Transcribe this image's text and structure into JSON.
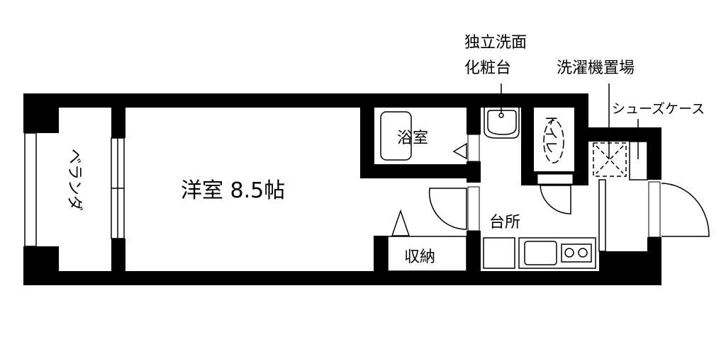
{
  "floorplan": {
    "rooms": {
      "balcony": "ベランダ",
      "western_room": "洋室 8.5帖",
      "bathroom": "浴室",
      "storage": "収納",
      "kitchen": "台所",
      "toilet": "トイレ"
    },
    "callouts": {
      "washbasin_line1": "独立洗面",
      "washbasin_line2": "化粧台",
      "washer_space": "洗濯機置場",
      "shoe_case": "シューズケース"
    },
    "colors": {
      "wall": "#000000",
      "background": "#ffffff"
    }
  }
}
